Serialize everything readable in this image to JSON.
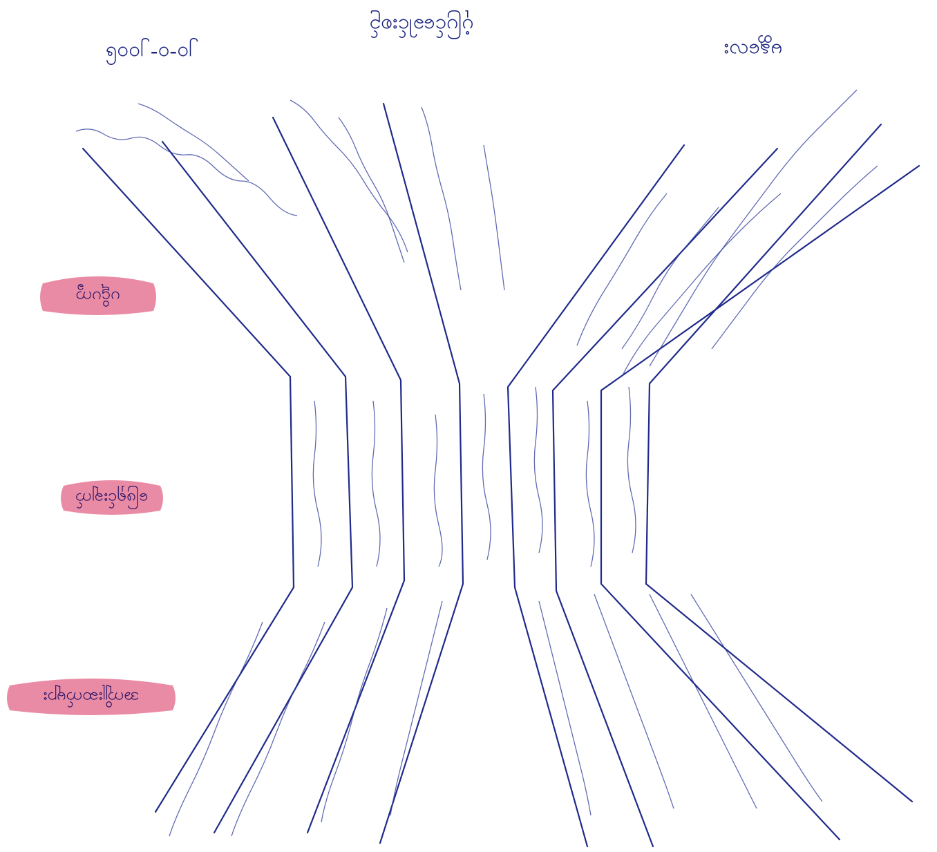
{
  "header": {
    "title": "ပုံပြင်ခေါင်းစဉ်",
    "date": "၂၀-၀-၂၀၀၆",
    "name": "မန္တလေး"
  },
  "labels": {
    "top": "ပဋိပက္ခ",
    "middle": "ဖြေရှင်းချက်",
    "bottom": "အကျိုးဆက်များ"
  },
  "colors": {
    "ink": "#1f2a8a",
    "highlighter": "#e46a8c"
  }
}
